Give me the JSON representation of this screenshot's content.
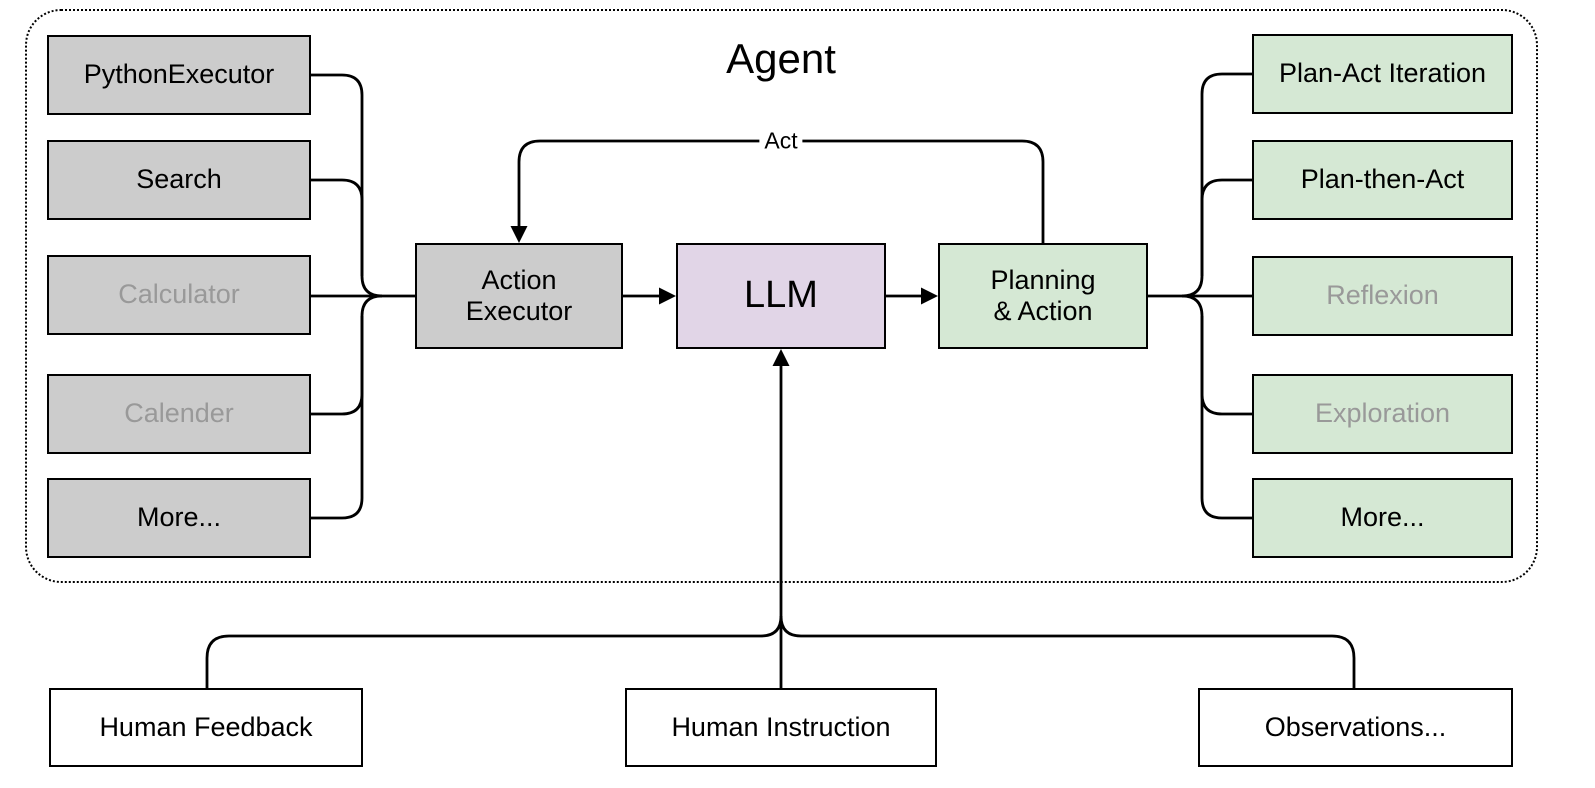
{
  "title": "Agent",
  "act_label": "Act",
  "tools": [
    {
      "label": "PythonExecutor",
      "muted": false
    },
    {
      "label": "Search",
      "muted": false
    },
    {
      "label": "Calculator",
      "muted": true
    },
    {
      "label": "Calender",
      "muted": true
    },
    {
      "label": "More...",
      "muted": false
    }
  ],
  "core": {
    "action_executor": "Action\nExecutor",
    "llm": "LLM",
    "planning": "Planning\n& Action"
  },
  "strategies": [
    {
      "label": "Plan-Act Iteration",
      "muted": false
    },
    {
      "label": "Plan-then-Act",
      "muted": false
    },
    {
      "label": "Reflexion",
      "muted": true
    },
    {
      "label": "Exploration",
      "muted": true
    },
    {
      "label": "More...",
      "muted": false
    }
  ],
  "inputs": [
    {
      "label": "Human Feedback"
    },
    {
      "label": "Human Instruction"
    },
    {
      "label": "Observations..."
    }
  ],
  "colors": {
    "tool_fill": "#cccccc",
    "strategy_fill": "#d5e8d4",
    "llm_fill": "#e1d5e7",
    "muted_text": "#999999",
    "line": "#000000"
  }
}
